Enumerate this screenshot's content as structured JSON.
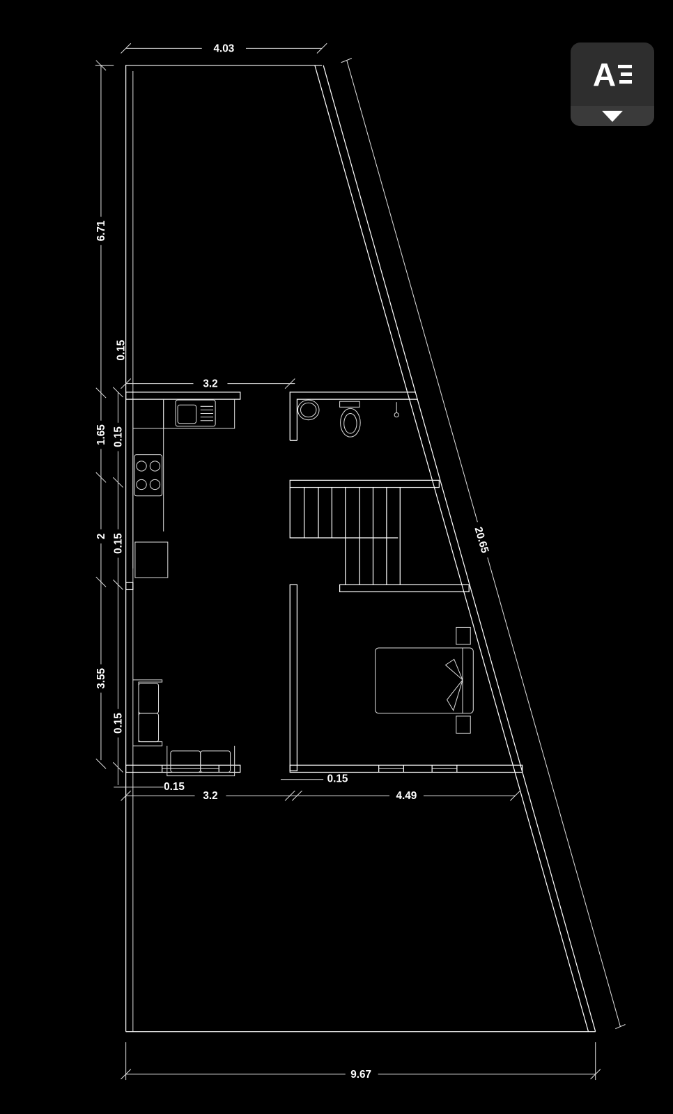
{
  "toolbar": {
    "text_style_button": {
      "icon": "text-align-icon",
      "glyph": "A",
      "dropdown_icon": "caret-down-icon"
    }
  },
  "dimensions": {
    "top_width": "4.03",
    "bottom_width": "9.67",
    "diagonal_length": "20.65",
    "left_top_depth": "6.71",
    "wall_top": "0.15",
    "kitchen_width": "3.2",
    "segment_1": "1.65",
    "wall_1": "0.15",
    "segment_2": "2",
    "wall_2": "0.15",
    "segment_3": "3.55",
    "wall_3": "0.15",
    "bottom_wall_left": "0.15",
    "living_width": "3.2",
    "bottom_wall_mid": "0.15",
    "bedroom_width": "4.49"
  },
  "colors": {
    "background": "#000000",
    "lines": "#ffffff",
    "button": "#2e2e2e"
  }
}
